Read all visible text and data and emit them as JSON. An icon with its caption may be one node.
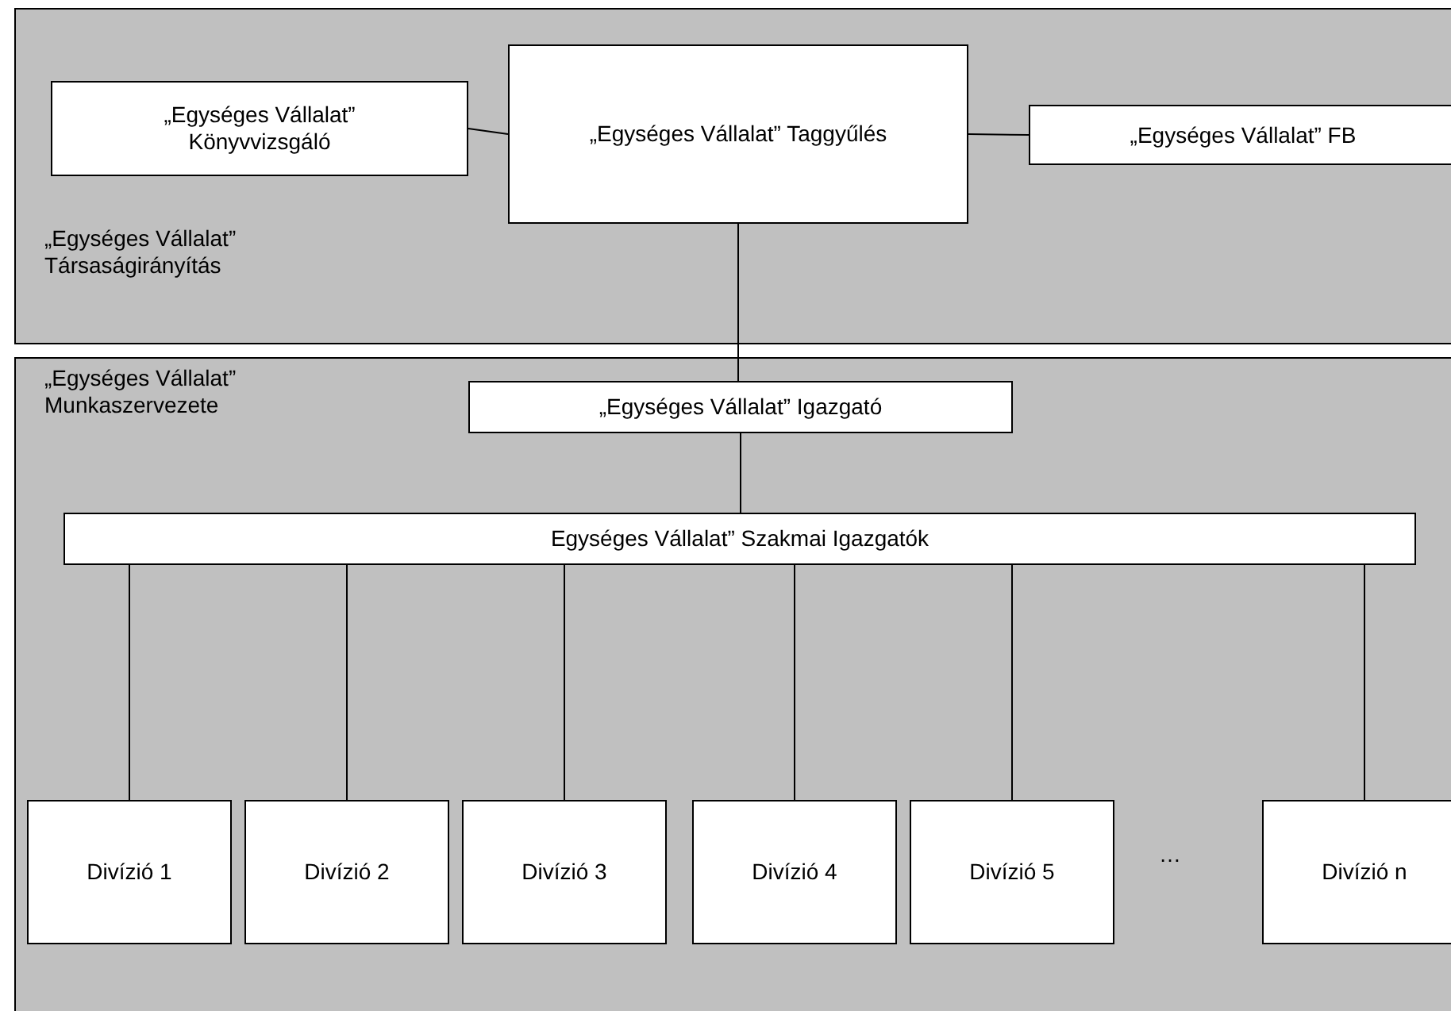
{
  "diagram": {
    "nodes": [
      {
        "text": [
          "„Egységes Vállalat” Társaságirányítás"
        ]
      },
      {
        "text": [
          "„Egységes Vállalat” Könyvvizsgáló"
        ],
        "in": 0
      },
      {
        "text": [
          "„Egységes Vállalat” Taggyűlés"
        ],
        "in": 0
      },
      {
        "text": [
          "„Egységes Vállalat” FB"
        ],
        "in": 0
      },
      {
        "text": [
          "„Egységes Vállalat” Munkaszervezete"
        ]
      },
      {
        "text": [
          "„Egységes Vállalat” Igazgató"
        ],
        "in": 4
      },
      {
        "text": [
          "Egységes Vállalat” Szakmai Igazgatók"
        ],
        "in": 4
      },
      {
        "text": [
          "Divízió 1"
        ],
        "in": 4
      },
      {
        "text": [
          "Divízió 2"
        ],
        "in": 4
      },
      {
        "text": [
          "Divízió 3"
        ],
        "in": 4
      },
      {
        "text": [
          "Divízió 4"
        ],
        "in": 4
      },
      {
        "text": [
          "Divízió 5"
        ],
        "in": 4
      },
      {
        "text": [
          "Divízió n"
        ],
        "in": 4
      }
    ],
    "edges": [
      {
        "from": 1,
        "to": 2,
        "arrow": "none"
      },
      {
        "from": 2,
        "to": 3,
        "arrow": "none"
      },
      {
        "from": 2,
        "to": 5,
        "arrow": "none"
      },
      {
        "from": 5,
        "to": 6,
        "arrow": "none"
      },
      {
        "from": 6,
        "to": 7,
        "arrow": "none"
      },
      {
        "from": 6,
        "to": 8,
        "arrow": "none"
      },
      {
        "from": 6,
        "to": 9,
        "arrow": "none"
      },
      {
        "from": 6,
        "to": 10,
        "arrow": "none"
      },
      {
        "from": 6,
        "to": 11,
        "arrow": "none"
      },
      {
        "from": 6,
        "to": 12,
        "arrow": "none"
      }
    ],
    "labels": [
      "…"
    ]
  }
}
